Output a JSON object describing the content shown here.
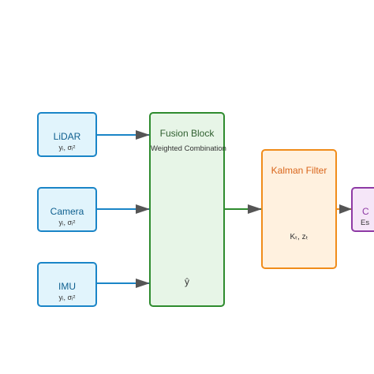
{
  "sensors": [
    {
      "name": "LiDAR",
      "sub": "yᵢ, σᵢ²"
    },
    {
      "name": "Camera",
      "sub": "yᵢ, σᵢ²"
    },
    {
      "name": "IMU",
      "sub": "yᵢ, σᵢ²"
    }
  ],
  "fusion": {
    "title": "Fusion Block",
    "subtitle": "Weighted Combination",
    "output": "ŷ"
  },
  "kalman": {
    "title": "Kalman Filter",
    "sub": "Kₜ, zₜ"
  },
  "output_node": {
    "title": "C",
    "sub": "Es"
  },
  "colors": {
    "sensor": "#1a85c7",
    "fusion": "#2e8b2e",
    "kalman": "#f08c1a",
    "output": "#8e3aa5",
    "arrow": "#555555"
  }
}
